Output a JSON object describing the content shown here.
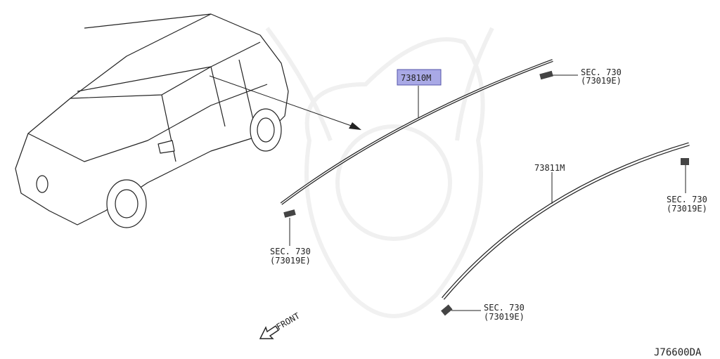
{
  "diagram": {
    "parts": [
      {
        "number": "73810M",
        "highlighted": true,
        "highlight_color": "#a9a9e6"
      },
      {
        "number": "73811M",
        "highlighted": false
      }
    ],
    "section_refs": [
      {
        "line1": "SEC. 730",
        "line2": "(73019E)"
      },
      {
        "line1": "SEC. 730",
        "line2": "(73019E)"
      },
      {
        "line1": "SEC. 730",
        "line2": "(73019E)"
      },
      {
        "line1": "SEC. 730",
        "line2": "(73019E)"
      }
    ],
    "direction_label": "FRONT",
    "diagram_code": "J76600DA"
  }
}
